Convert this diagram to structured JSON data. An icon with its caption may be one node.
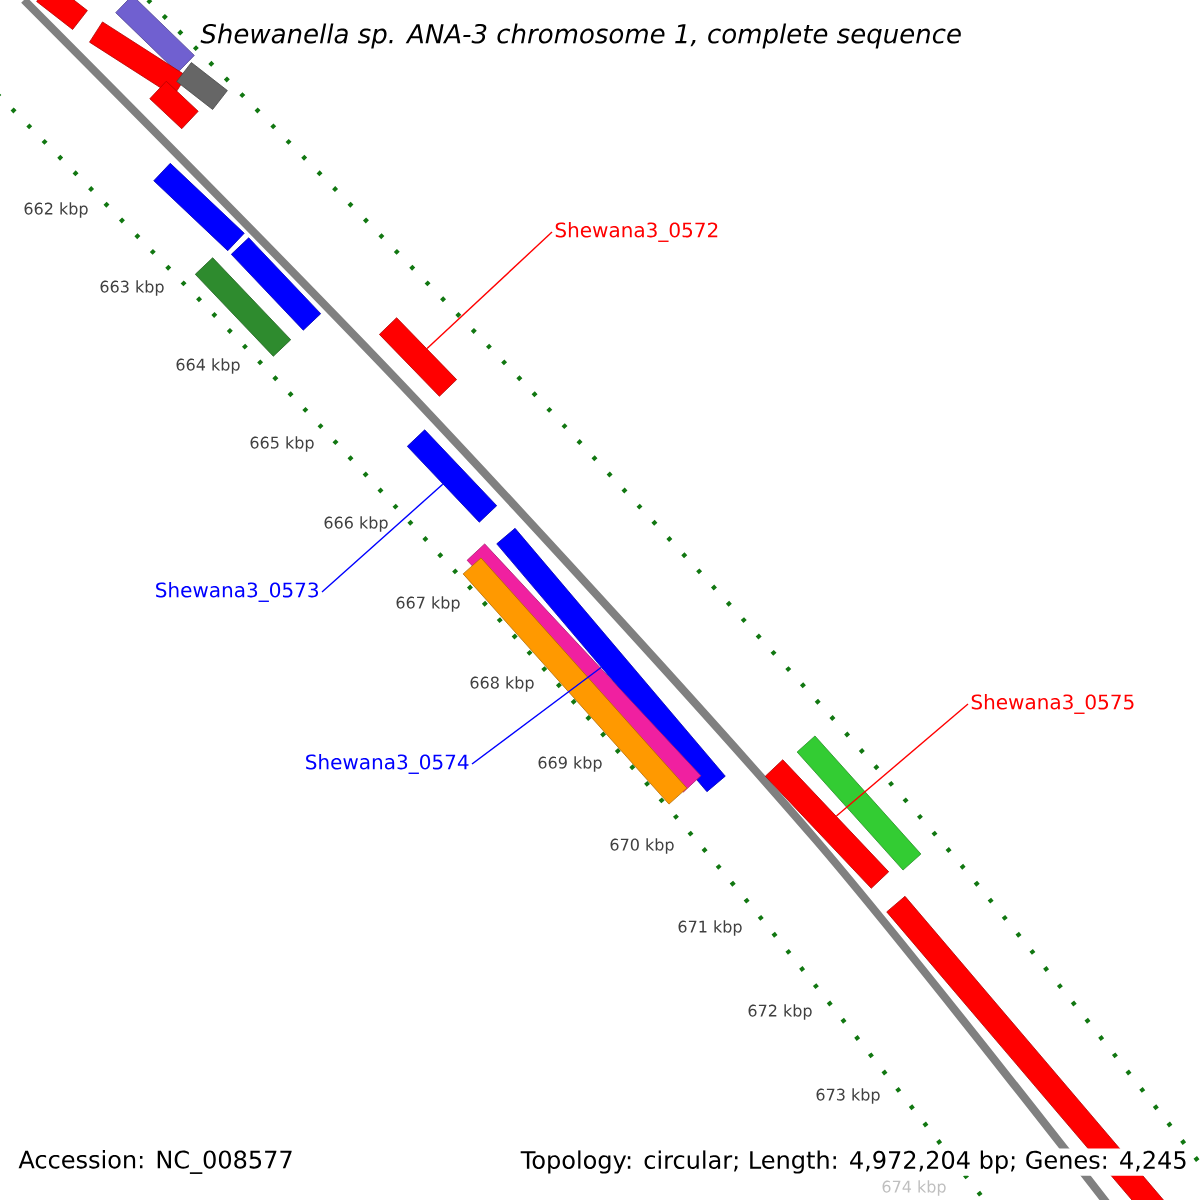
{
  "diagram": {
    "title": "Shewanella sp. ANA-3 chromosome 1, complete sequence",
    "nodes": [
      {
        "text": [
          "Shewana3_0572"
        ]
      },
      {
        "text": [
          "Shewana3_0573"
        ]
      },
      {
        "text": [
          "Shewana3_0574"
        ]
      },
      {
        "text": [
          "Shewana3_0575"
        ]
      },
      {
        "text": [],
        "shape": "bar"
      },
      {
        "text": [],
        "shape": "bar"
      },
      {
        "text": [],
        "shape": "bar"
      },
      {
        "text": [],
        "shape": "bar"
      },
      {
        "text": [],
        "shape": "bar"
      },
      {
        "text": [],
        "shape": "bar"
      },
      {
        "text": [],
        "shape": "bar"
      },
      {
        "text": [],
        "shape": "bar"
      },
      {
        "text": [],
        "shape": "bar"
      },
      {
        "text": [],
        "shape": "bar"
      },
      {
        "text": [],
        "shape": "bar"
      },
      {
        "text": [],
        "shape": "bar"
      },
      {
        "text": [],
        "shape": "bar"
      },
      {
        "text": [],
        "shape": "bar"
      },
      {
        "text": [],
        "shape": "bar"
      },
      {
        "text": [],
        "shape": "bar"
      }
    ],
    "edges": [
      {
        "from": 0,
        "to": 12,
        "arrow": "none",
        "color": "#ff0000"
      },
      {
        "from": 1,
        "to": 13,
        "arrow": "none",
        "color": "#0000ff"
      },
      {
        "from": 2,
        "to": 14,
        "arrow": "none",
        "color": "#0000ff"
      },
      {
        "from": 3,
        "to": 18,
        "arrow": "none",
        "color": "#ff0000"
      }
    ],
    "labels": [
      "662 kbp",
      "663 kbp",
      "664 kbp",
      "665 kbp",
      "666 kbp",
      "667 kbp",
      "668 kbp",
      "669 kbp",
      "670 kbp",
      "671 kbp",
      "672 kbp",
      "673 kbp",
      "674 kbp",
      "Accession: NC_008577",
      "Topology: circular; Length: 4,972,204 bp; Genes: 4,245"
    ]
  }
}
